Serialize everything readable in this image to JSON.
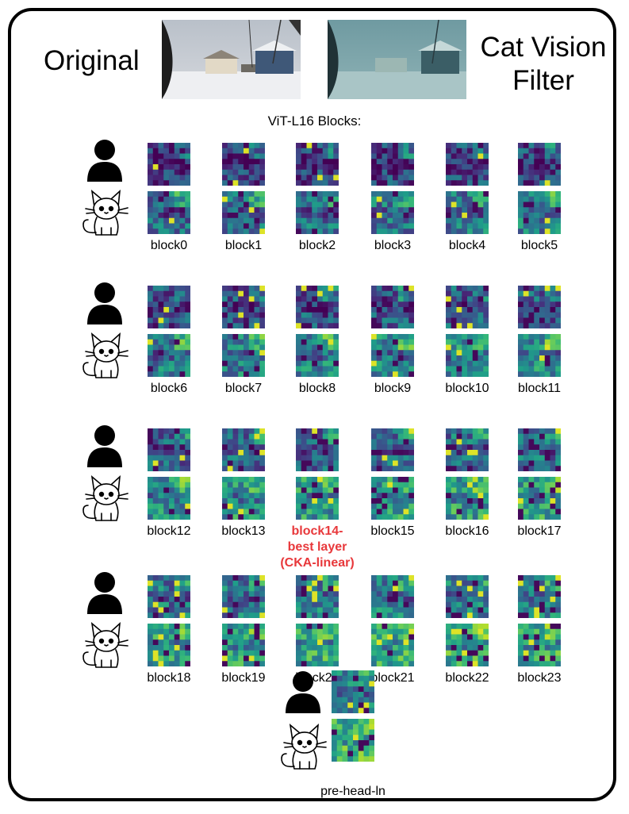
{
  "title_left": "Original",
  "title_right_line1": "Cat Vision",
  "title_right_line2": "Filter",
  "section_title": "ViT-L16 Blocks:",
  "icons": {
    "human": "person-silhouette-icon",
    "cat": "cat-drawing-icon"
  },
  "colors": {
    "highlight": "#e8383b",
    "viridis_low": "#3b1a5e",
    "viridis_high": "#f0e21b"
  },
  "block_labels": [
    "block0",
    "block1",
    "block2",
    "block3",
    "block4",
    "block5",
    "block6",
    "block7",
    "block8",
    "block9",
    "block10",
    "block11",
    "block12",
    "block13",
    "block14-\nbest layer\n(CKA-linear)",
    "block15",
    "block16",
    "block17",
    "block18",
    "block19",
    "block20",
    "block21",
    "block22",
    "block23"
  ],
  "highlighted_block": "block14",
  "final_label": "pre-head-ln"
}
